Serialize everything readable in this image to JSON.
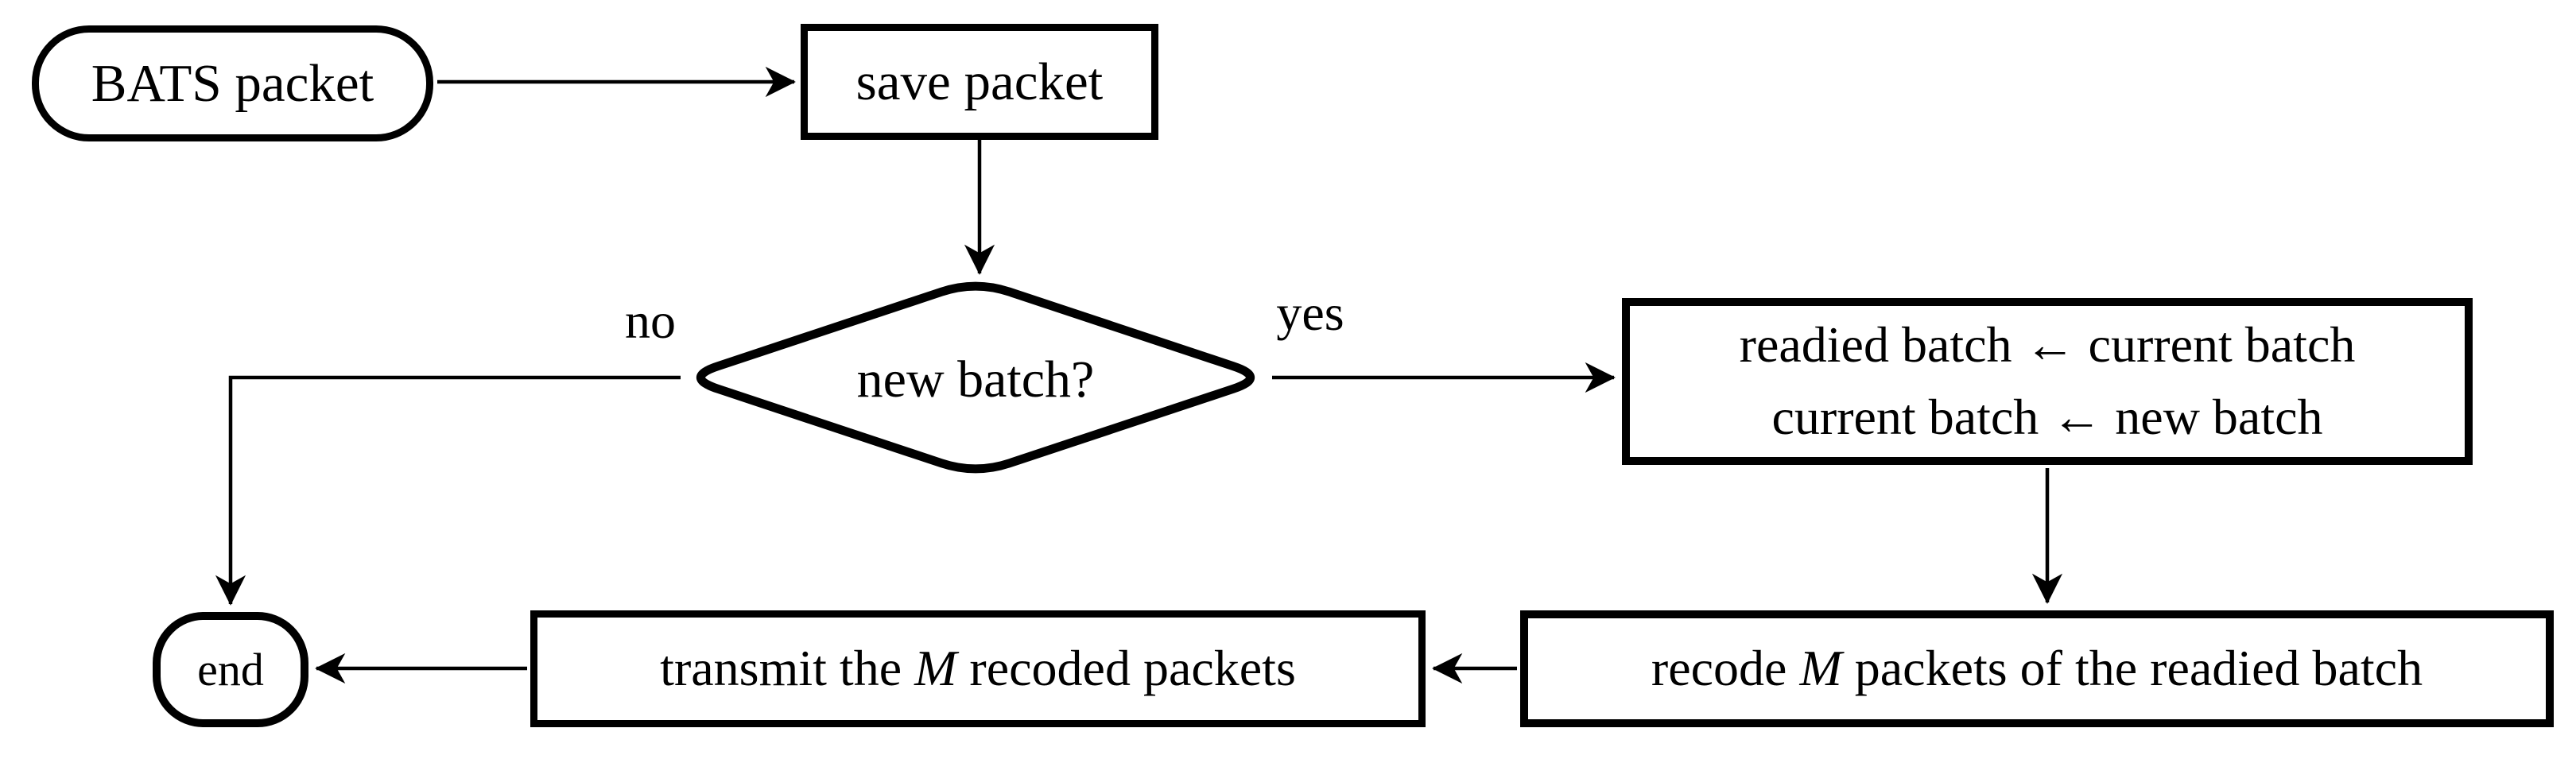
{
  "figure": {
    "type": "flowchart",
    "background": "#ffffff",
    "line_color": "#000000"
  },
  "nodes": {
    "start": {
      "shape": "stadium",
      "label": "BATS packet"
    },
    "save": {
      "shape": "rect",
      "label": "save packet"
    },
    "decision": {
      "shape": "diamond",
      "label": "new batch?"
    },
    "assign": {
      "shape": "rect",
      "line1": "readied batch ← current batch",
      "line2": "current batch ← new batch"
    },
    "recode": {
      "shape": "rect",
      "pre": "recode ",
      "var": "M",
      "post": " packets of the readied batch"
    },
    "transmit": {
      "shape": "rect",
      "pre": "transmit the ",
      "var": "M",
      "post": " recoded packets"
    },
    "end": {
      "shape": "rounded",
      "label": "end"
    }
  },
  "edge_labels": {
    "no": "no",
    "yes": "yes"
  },
  "edges": [
    {
      "from": "start",
      "to": "save",
      "label": ""
    },
    {
      "from": "save",
      "to": "decision",
      "label": ""
    },
    {
      "from": "decision",
      "to": "end",
      "label": "no"
    },
    {
      "from": "decision",
      "to": "assign",
      "label": "yes"
    },
    {
      "from": "assign",
      "to": "recode",
      "label": ""
    },
    {
      "from": "recode",
      "to": "transmit",
      "label": ""
    },
    {
      "from": "transmit",
      "to": "end",
      "label": ""
    }
  ]
}
